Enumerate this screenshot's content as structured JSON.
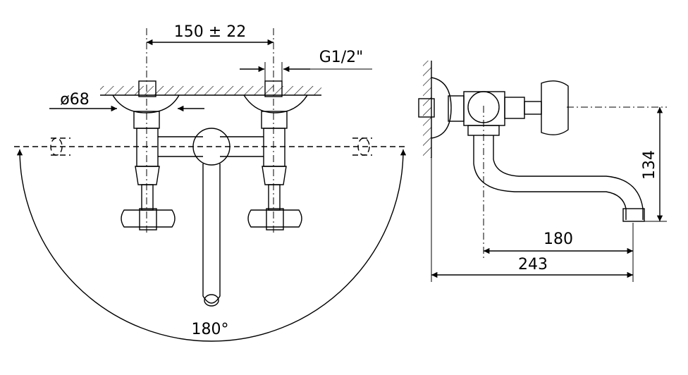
{
  "labels": {
    "spacing": "150 ± 22",
    "thread": "G1/2\"",
    "diameter": "ø68",
    "angle": "180°",
    "height": "134",
    "projection": "180",
    "depth": "243"
  },
  "colors": {
    "ink": "#000000",
    "paper": "#ffffff"
  }
}
